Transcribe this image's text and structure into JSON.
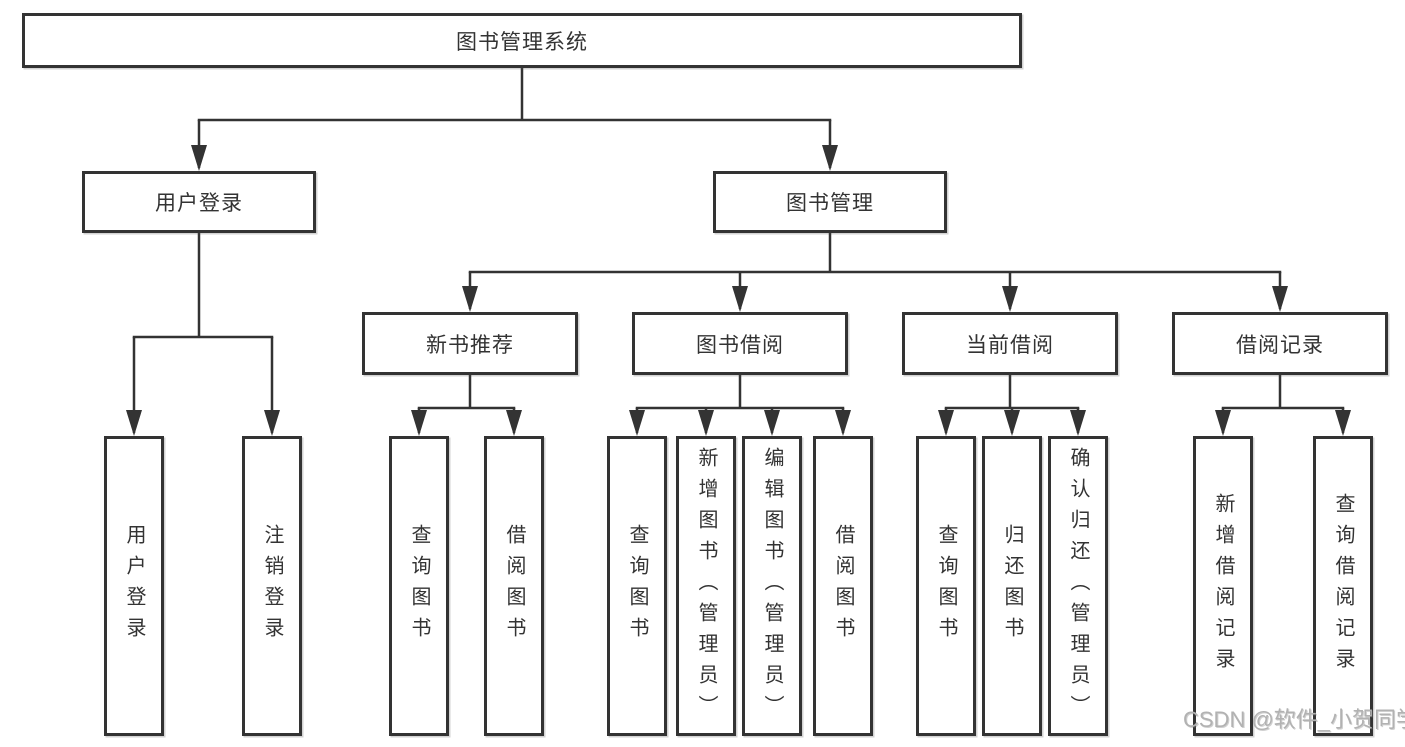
{
  "diagram": {
    "title": "图书管理系统",
    "watermark": "CSDN @软件_小贺同学",
    "nodes": {
      "root": "图书管理系统",
      "user_login": "用户登录",
      "book_mgmt": "图书管理",
      "new_book": "新书推荐",
      "book_borrow": "图书借阅",
      "current_borrow": "当前借阅",
      "borrow_records": "借阅记录",
      "ul_login": "用户登录",
      "ul_logout": "注销登录",
      "nb_query": "查询图书",
      "nb_borrow": "借阅图书",
      "bw_query": "查询图书",
      "bw_add": "新增图书（管理员）",
      "bw_edit": "编辑图书（管理员）",
      "bw_borrow": "借阅图书",
      "cu_query": "查询图书",
      "cu_return": "归还图书",
      "cu_confirm": "确认归还（管理员）",
      "rc_add": "新增借阅记录",
      "rc_query": "查询借阅记录"
    },
    "line_color": "#333333"
  }
}
